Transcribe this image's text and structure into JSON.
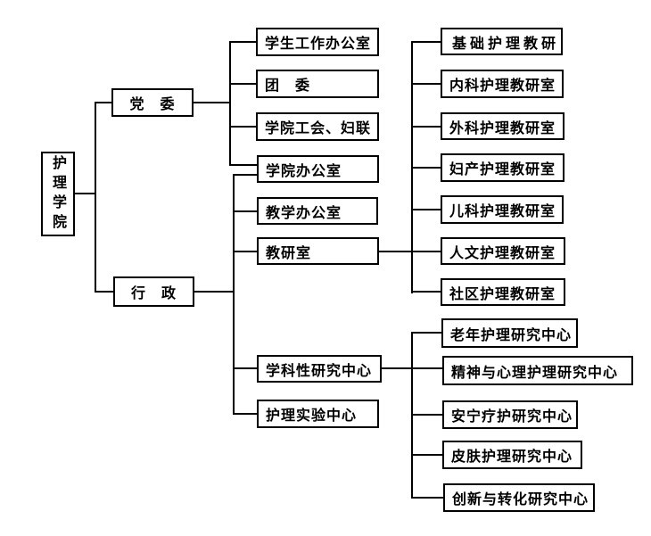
{
  "colors": {
    "background": "#ffffff",
    "line": "#000000",
    "box_border": "#000000",
    "text": "#000000"
  },
  "org": {
    "root": "护理学院",
    "party_committee": "党　委",
    "administration": "行　政",
    "student_affairs_office": "学生工作办公室",
    "youth_league_committee": "团　委",
    "college_union_womens_federation": "学院工会、妇联",
    "college_office": "学院办公室",
    "teaching_office": "教学办公室",
    "teaching_research_office": "教研室",
    "disciplinary_research_centers": "学科性研究中心",
    "nursing_experiment_center": "护理实验中心",
    "basic_nursing_teaching_research": "基础护理教研",
    "internal_medicine_nursing": "内科护理教研室",
    "surgical_nursing": "外科护理教研室",
    "obstetrics_nursing": "妇产护理教研室",
    "pediatric_nursing": "儿科护理教研室",
    "humanistic_nursing": "人文护理教研室",
    "community_nursing": "社区护理教研室",
    "geriatric_nursing_center": "老年护理研究中心",
    "mental_psychological_center": "精神与心理护理研究中心",
    "hospice_care_center": "安宁疗护研究中心",
    "skin_care_center": "皮肤护理研究中心",
    "innovation_translation_center": "创新与转化研究中心"
  }
}
